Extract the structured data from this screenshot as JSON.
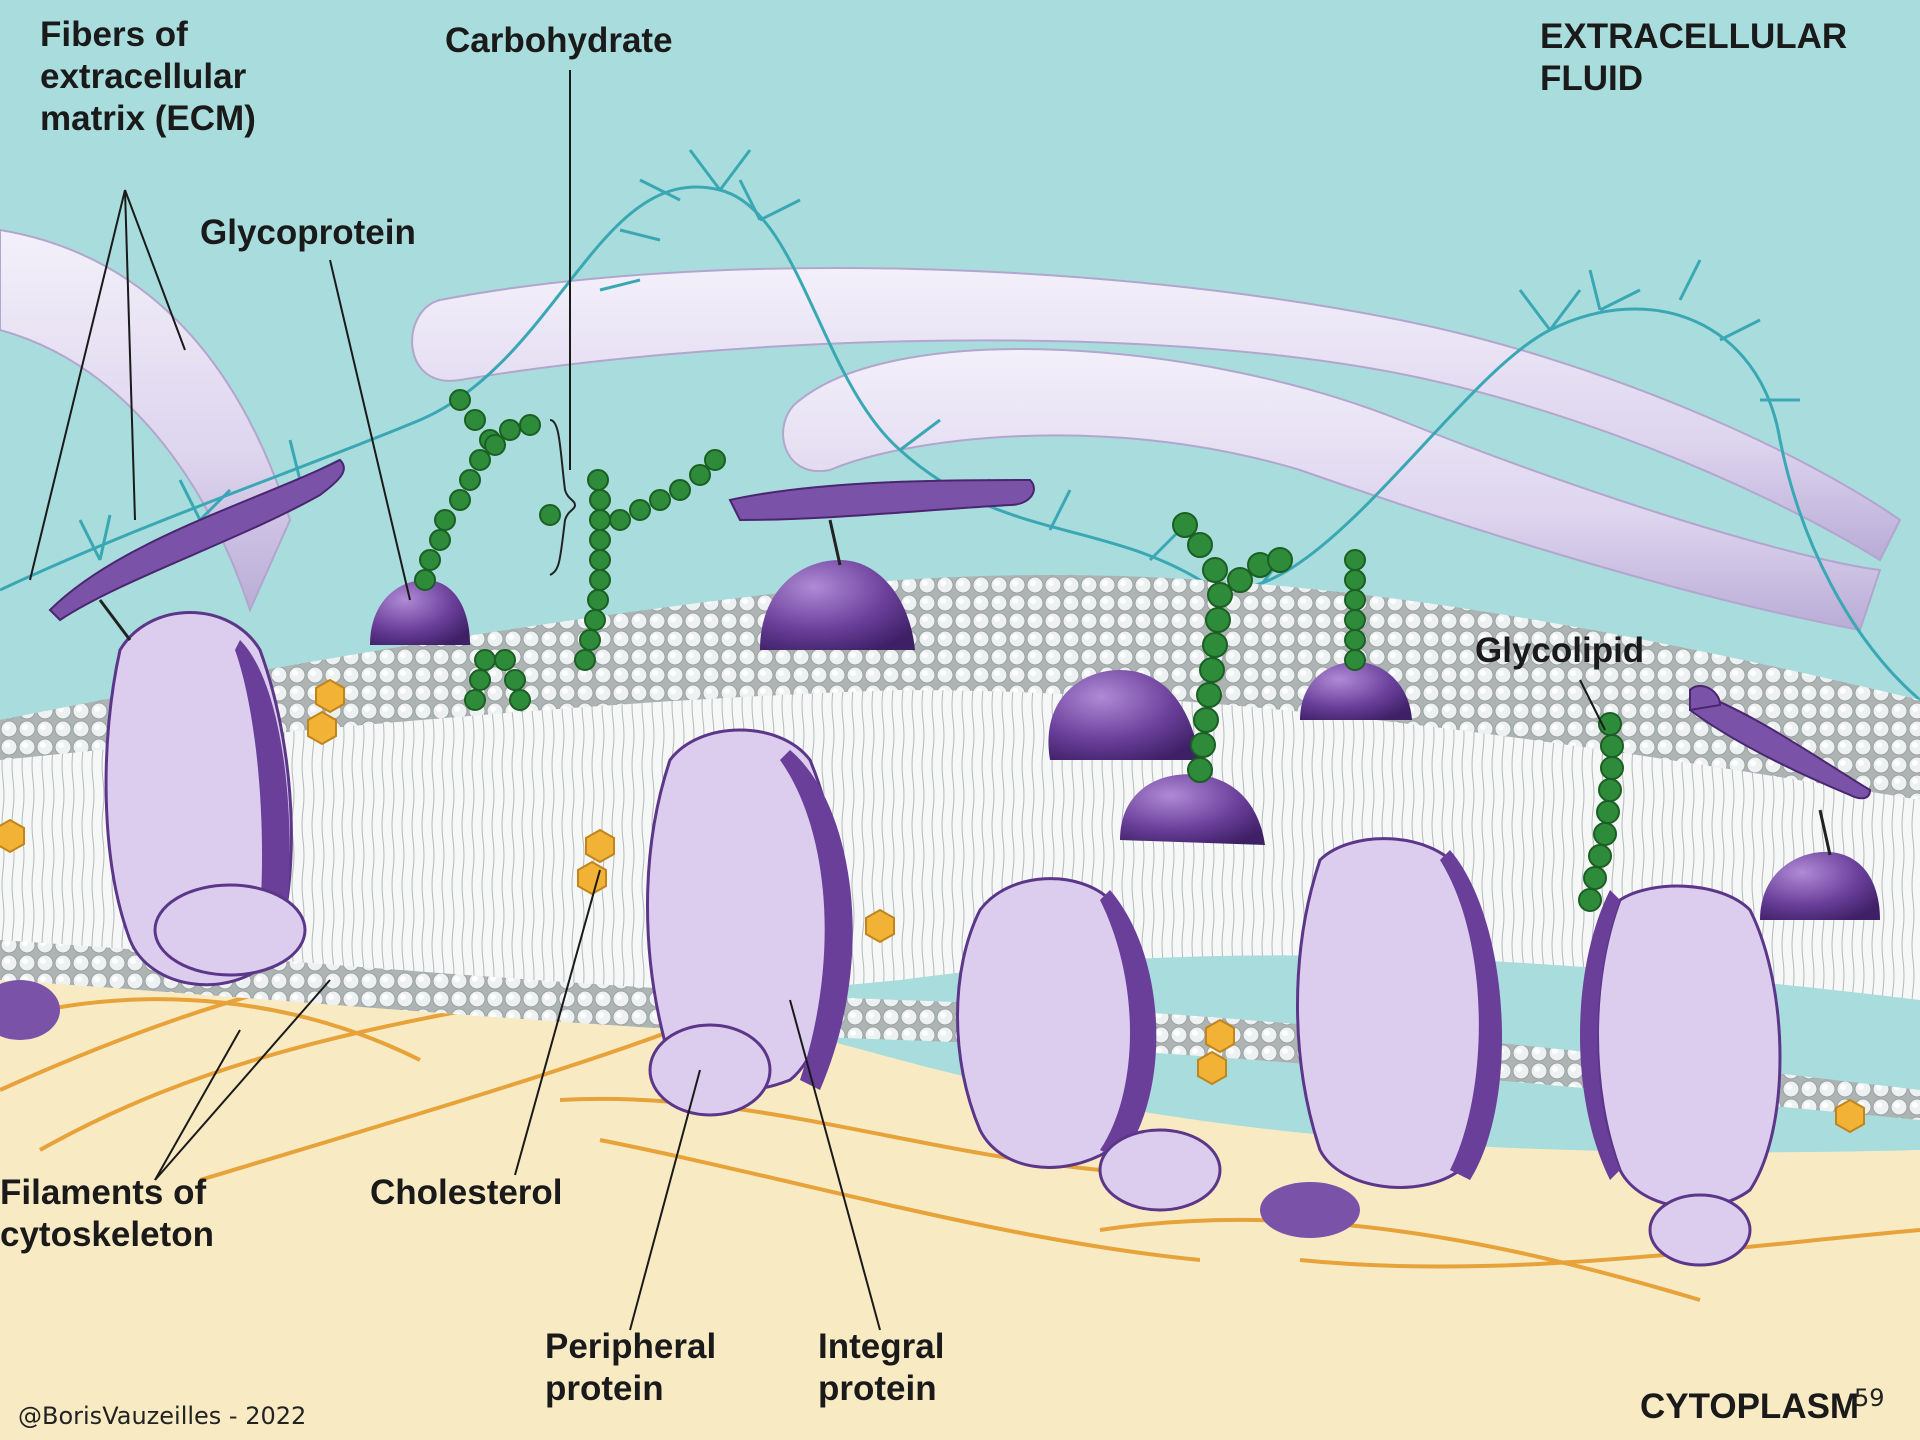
{
  "labels": {
    "ecm_fibers": "Fibers of\nextracellular\nmatrix (ECM)",
    "carbohydrate": "Carbohydrate",
    "extracellular_fluid": "EXTRACELLULAR\nFLUID",
    "glycoprotein": "Glycoprotein",
    "glycolipid": "Glycolipid",
    "cytoskeleton_filaments": "Filaments of\ncytoskeleton",
    "cholesterol": "Cholesterol",
    "peripheral_protein": "Peripheral\nprotein",
    "integral_protein": "Integral\nprotein",
    "cytoplasm": "CYTOPLASM"
  },
  "footer": {
    "credit": "@BorisVauzeilles - 2022",
    "page_number": "59"
  },
  "colors": {
    "extracellular_fluid": "#a9dcdc",
    "cytoplasm": "#f8ebc4",
    "ecm_fiber": "#ddd4ee",
    "carbohydrate_chain": "#2e8b3a",
    "protein": "#7a52a8",
    "protein_light": "#dccdee",
    "cholesterol": "#f2b235",
    "cytoskeleton": "#e8a23a",
    "phospholipid_head": "#d8dcdc",
    "ecm_branch": "#3aa8b4"
  }
}
